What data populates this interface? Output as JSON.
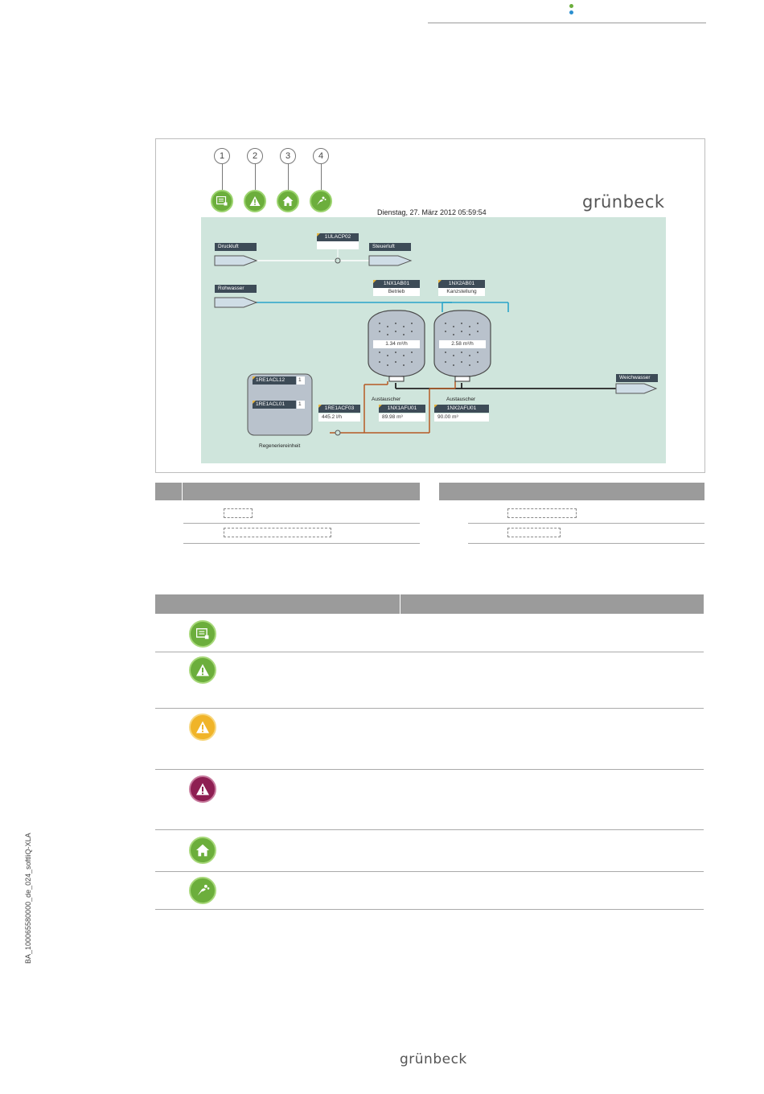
{
  "header": {
    "dots": [
      "#6cae3c",
      "#2b8fd0"
    ]
  },
  "screen": {
    "logo": "grünbeck",
    "datetime": "Dienstag, 27. März 2012 05:59:54",
    "callouts": [
      "1",
      "2",
      "3",
      "4"
    ],
    "nav_icons": [
      "list-menu-icon",
      "warning-icon",
      "home-icon",
      "service-icon"
    ],
    "druckluft": "Druckluft",
    "steuerluft": "Steuerluft",
    "rohwasser": "Rohwasser",
    "weichwasser": "Weichwasser",
    "acp02": "1ULACP02",
    "ab01_1": "1NX1AB01",
    "ab01_1_status": "Betrieb",
    "ab01_2": "1NX2AB01",
    "ab01_2_status": "Kanzstellung",
    "flow1": "1.34 m³/h",
    "flow2": "2.58 m³/h",
    "austauscher1": "Austauscher",
    "austauscher2": "Austauscher",
    "afu01_1": "1NX1AFU01",
    "afu01_1_val": "89.98 m³",
    "afu01_2": "1NX2AFU01",
    "afu01_2_val": "90.00 m³",
    "acf03": "1RE1ACF03",
    "acf03_val": "445.2 l/h",
    "acl12": "1RE1ACL12",
    "acl12_val": "1",
    "acl01": "1RE1ACL01",
    "acl01_val": "1",
    "regenerier": "Regeneriereinheit"
  },
  "legend": {
    "icons": [
      {
        "name": "list-menu-icon",
        "color": "#6cae3c"
      },
      {
        "name": "warning-icon",
        "color": "#6cae3c"
      },
      {
        "name": "warning-icon",
        "color": "#f0b429"
      },
      {
        "name": "warning-icon",
        "color": "#8e1f52"
      },
      {
        "name": "home-icon",
        "color": "#6cae3c"
      },
      {
        "name": "service-icon",
        "color": "#6cae3c"
      }
    ]
  },
  "footer": {
    "side_code": "BA_100065580000_de_024_softliQ-XLA",
    "logo": "grünbeck"
  }
}
